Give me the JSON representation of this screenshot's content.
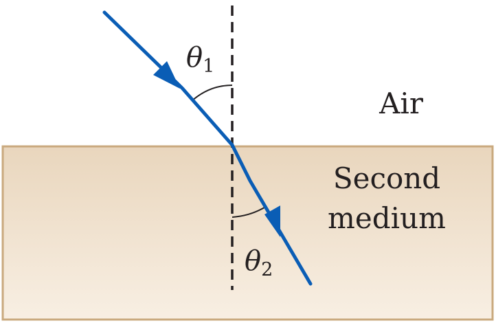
{
  "labels": {
    "incident_angle": "θ",
    "incident_angle_sub": "1",
    "refracted_angle": "θ",
    "refracted_angle_sub": "2",
    "upper_medium": "Air",
    "lower_medium_line1": "Second",
    "lower_medium_line2": "medium"
  },
  "colors": {
    "ray": "#0a5db5",
    "normal_line": "#231f20",
    "medium_fill_top": "#e9d6bd",
    "medium_fill_bottom": "#f8efe3",
    "medium_border": "#c9a97e",
    "text": "#231f20"
  },
  "icons": {
    "incident_ray": "arrow-down-right",
    "refracted_ray": "arrow-down-right"
  }
}
